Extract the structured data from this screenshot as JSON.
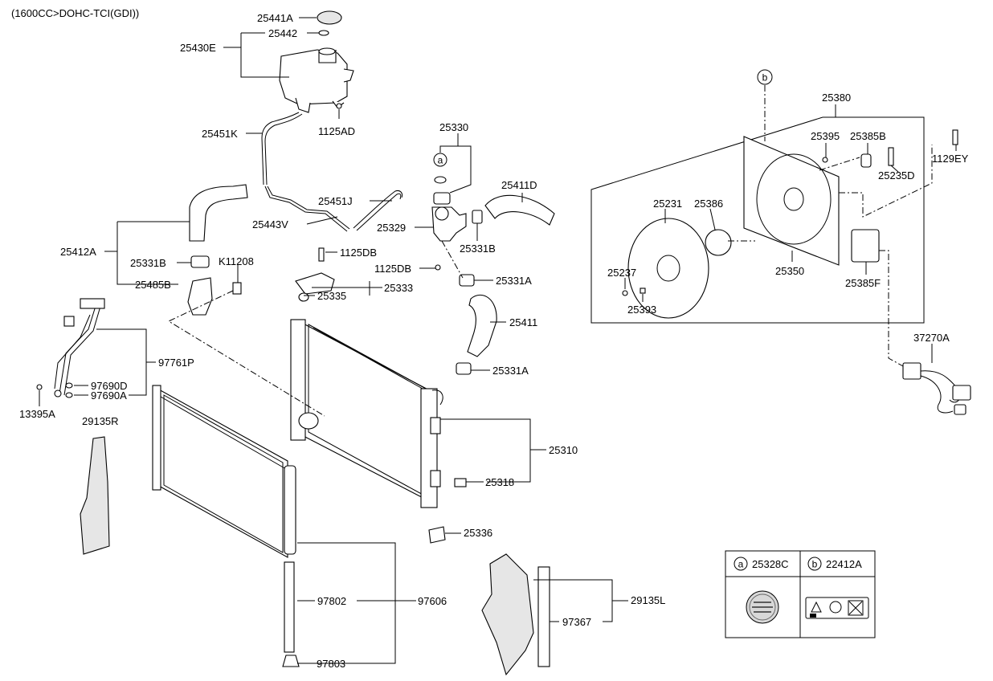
{
  "engine_spec": "(1600CC>DOHC-TCI(GDI))",
  "parts": {
    "p25441A": "25441A",
    "p25442": "25442",
    "p25430E": "25430E",
    "p1125AD": "1125AD",
    "p25451K": "25451K",
    "p25451J": "25451J",
    "p25443V": "25443V",
    "p25412A": "25412A",
    "p25331B_l": "25331B",
    "p25485B": "25485B",
    "pK11208": "K11208",
    "p1125DB_a": "1125DB",
    "p25333": "25333",
    "p25335": "25335",
    "p25330": "25330",
    "p25329": "25329",
    "p25331B_r": "25331B",
    "p25411D": "25411D",
    "p1125DB_b": "1125DB",
    "p25331A_a": "25331A",
    "p25411": "25411",
    "p25331A_b": "25331A",
    "p25310": "25310",
    "p25318": "25318",
    "p25336": "25336",
    "p97761P": "97761P",
    "p97690D": "97690D",
    "p97690A": "97690A",
    "p13395A": "13395A",
    "p29135R": "29135R",
    "p97802": "97802",
    "p97606": "97606",
    "p97803": "97803",
    "p97367": "97367",
    "p29135L": "29135L",
    "p25380": "25380",
    "p25395": "25395",
    "p25385B": "25385B",
    "p25235D": "25235D",
    "p1129EY": "1129EY",
    "p25231": "25231",
    "p25386": "25386",
    "p25350": "25350",
    "p25237": "25237",
    "p25393": "25393",
    "p25385F": "25385F",
    "p37270A": "37270A"
  },
  "callouts": {
    "a_diagram": "a",
    "b_diagram": "b"
  },
  "legend": {
    "a_letter": "a",
    "a_part": "25328C",
    "b_letter": "b",
    "b_part": "22412A"
  }
}
